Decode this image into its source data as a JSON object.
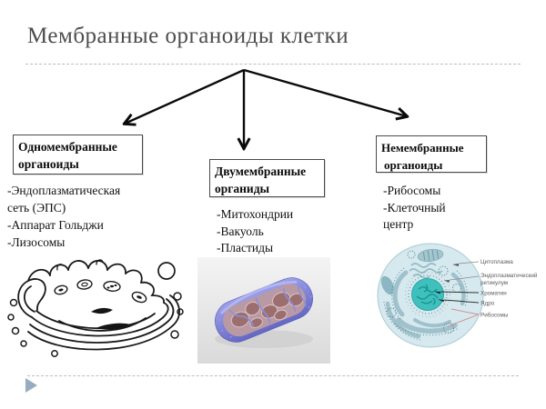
{
  "title": "Мембранные органоиды клетки",
  "branches": {
    "left": {
      "heading": {
        "line1": "Одномембранные",
        "line2": "органоиды"
      },
      "items": [
        "-Эндоплазматическая",
        "сеть (ЭПС)",
        "-Аппарат Гольджи",
        "-Лизосомы"
      ]
    },
    "middle": {
      "heading": {
        "line1": "Двумембранные",
        "line2": "органиды"
      },
      "items": [
        "-Митохондрии",
        "-Вакуоль",
        "-Пластиды"
      ]
    },
    "right": {
      "heading": {
        "line1": "Немембранные",
        "line2": "органоиды"
      },
      "items": [
        "-Рибосомы",
        "-Клеточный",
        "центр"
      ]
    }
  },
  "cell_diagram": {
    "labels": {
      "cytoplasm": "Цитоплазма",
      "er_line1": "Эндоплазматический",
      "er_line2": "ретикулум",
      "chromatin": "Хроматин",
      "nucleus": "Ядро",
      "ribosomes": "Рибосомы"
    }
  },
  "colors": {
    "title_text": "#4d4d4d",
    "divider_dash": "#b4bec4",
    "arrow": "#0a0a0a",
    "box_border": "#4a4a4a",
    "body_text": "#111111",
    "footer_triangle": "#97adbf",
    "cell_fill": "#d6e9ef",
    "nucleus_fill": "#3fc0bd",
    "mito_capsule": "#7e82d6",
    "mito_interior": "#9c6f6e",
    "ribosome_label_line": "#c98f8f"
  }
}
